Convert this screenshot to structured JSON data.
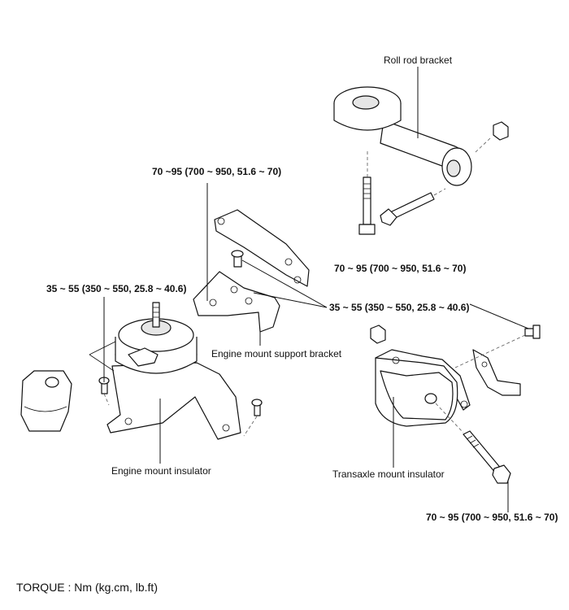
{
  "labels": {
    "roll_rod_bracket": "Roll rod bracket",
    "torque_roll_rod": "70 ~ 95 (700 ~ 950, 51.6 ~ 70)",
    "torque_support_top": "70 ~95 (700 ~ 950, 51.6 ~ 70)",
    "engine_mount_support_bracket": "Engine mount support bracket",
    "torque_support_bolts": "35 ~ 55 (350 ~ 550, 25.8 ~ 40.6)",
    "torque_engine_mount": "35 ~ 55 (350 ~ 550, 25.8 ~ 40.6)",
    "engine_mount_insulator": "Engine mount insulator",
    "transaxle_mount_insulator": "Transaxle mount insulator",
    "torque_transaxle": "70 ~ 95 (700 ~ 950, 51.6 ~ 70)"
  },
  "footer": {
    "torque_units": "TORQUE : Nm (kg.cm, lb.ft)"
  }
}
